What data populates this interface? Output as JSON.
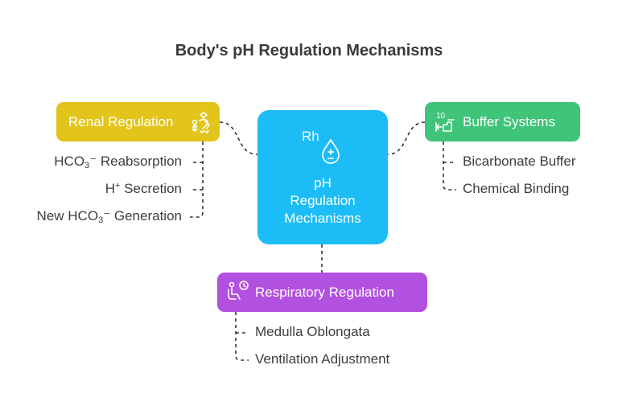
{
  "title": "Body's pH Regulation Mechanisms",
  "center": {
    "icon_text": "Rh",
    "icon": "ph-drop-icon",
    "label_lines": [
      "pH",
      "Regulation",
      "Mechanisms"
    ]
  },
  "renal": {
    "label": "Renal Regulation",
    "icon": "kidney-icon",
    "items": [
      {
        "pre": "HCO",
        "sub": "3",
        "sup": "",
        "post": "⁻ Reabsorption"
      },
      {
        "pre": "H",
        "sub": "",
        "sup": "+",
        "post": " Secretion"
      },
      {
        "pre": "New HCO",
        "sub": "3",
        "sup": "",
        "post": "⁻ Generation"
      }
    ]
  },
  "buffer": {
    "label": "Buffer Systems",
    "icon": "balance-icon",
    "items": [
      "Bicarbonate Buffer",
      "Chemical Binding"
    ]
  },
  "respiratory": {
    "label": "Respiratory Regulation",
    "icon": "lungs-icon",
    "items": [
      "Medulla Oblongata",
      "Ventilation Adjustment"
    ]
  },
  "colors": {
    "renal": "#e3c41b",
    "buffer": "#3fc479",
    "respiratory": "#b251e0",
    "center": "#1cbdf7",
    "connector": "#333333"
  }
}
